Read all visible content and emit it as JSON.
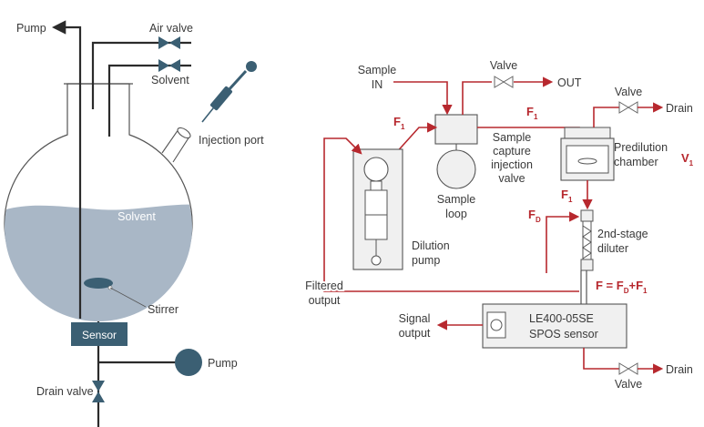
{
  "left": {
    "pump_top": "Pump",
    "air_valve": "Air valve",
    "solvent_valve": "Solvent",
    "injection_port": "Injection port",
    "solvent": "Solvent",
    "stirrer": "Stirrer",
    "sensor": "Sensor",
    "pump_bottom": "Pump",
    "drain_valve": "Drain valve"
  },
  "right": {
    "sample_in_1": "Sample",
    "sample_in_2": "IN",
    "valve_top": "Valve",
    "out": "OUT",
    "f1_a": "F",
    "f1_a_sub": "1",
    "f1_b": "F",
    "f1_b_sub": "1",
    "f1_c": "F",
    "f1_c_sub": "1",
    "fd": "F",
    "fd_sub": "D",
    "valve_right": "Valve",
    "drain_top": "Drain",
    "sample_capture_1": "Sample",
    "sample_capture_2": "capture",
    "sample_capture_3": "injection",
    "sample_capture_4": "valve",
    "predilution_1": "Predilution",
    "predilution_2": "chamber",
    "v1": "V",
    "v1_sub": "1",
    "sample_loop_1": "Sample",
    "sample_loop_2": "loop",
    "dilution_pump_1": "Dilution",
    "dilution_pump_2": "pump",
    "second_stage_1": "2nd-stage",
    "second_stage_2": "diluter",
    "filtered_output_1": "Filtered",
    "filtered_output_2": "output",
    "formula_f": "F = F",
    "formula_sub_d": "D",
    "formula_plus": "+F",
    "formula_sub_1": "1",
    "signal_output_1": "Signal",
    "signal_output_2": "output",
    "sensor_line_1": "LE400-05SE",
    "sensor_line_2": "SPOS sensor",
    "drain_bottom": "Drain",
    "valve_bottom": "Valve"
  },
  "colors": {
    "red_line": "#b7282e",
    "dark_line": "#2b2b2b",
    "teal": "#3b5f73",
    "liquid": "#a9b7c6",
    "box_fill": "#f0f0f0"
  }
}
